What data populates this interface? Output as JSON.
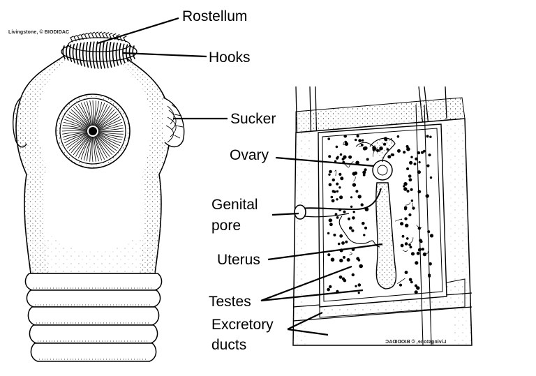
{
  "credits": {
    "scolex": "Livingstone, © BIODIDAC",
    "proglottid": "Livingstone, © BIODIDAC"
  },
  "labels": {
    "rostellum": "Rostellum",
    "hooks": "Hooks",
    "sucker": "Sucker",
    "ovary": "Ovary",
    "genital_pore_line1": "Genital",
    "genital_pore_line2": "pore",
    "uterus": "Uterus",
    "testes": "Testes",
    "excretory_line1": "Excretory",
    "excretory_line2": "ducts"
  }
}
